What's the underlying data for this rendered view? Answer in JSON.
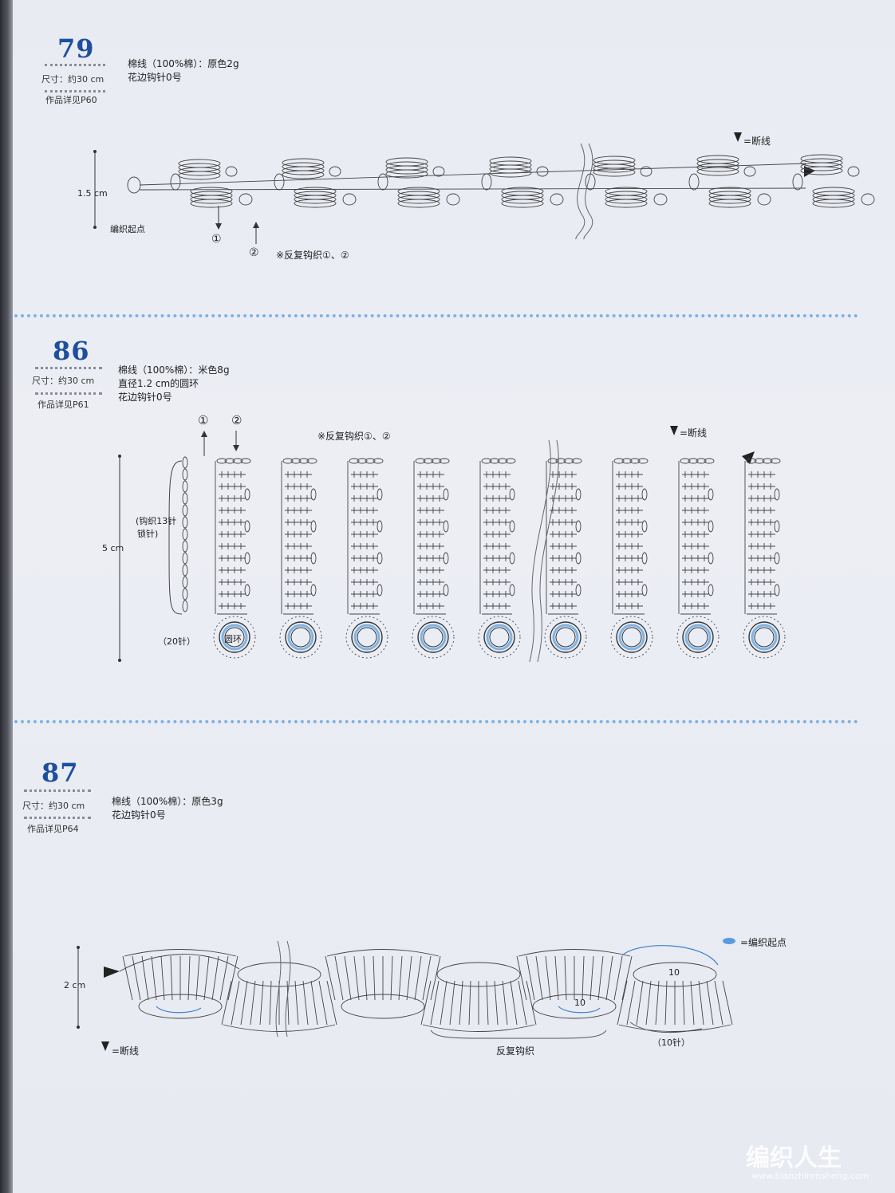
{
  "colors": {
    "accent_blue": "#1d4f9e",
    "separator_blue": "#7fb3e3",
    "ink": "#2a2a30"
  },
  "patterns": [
    {
      "number": "79",
      "size": "尺寸：约30 cm",
      "ref": "作品详见P60",
      "materials": [
        "棉线（100%棉）：原色2g",
        "花边钩针0号"
      ],
      "height_label": "1.5 cm",
      "start_label": "编织起点",
      "step1": "①",
      "step2": "②",
      "repeat_note": "※反复钩织①、②",
      "end_legend": "=断线"
    },
    {
      "number": "86",
      "size": "尺寸：约30 cm",
      "ref": "作品详见P61",
      "materials": [
        "棉线（100%棉）：米色8g",
        "直径1.2 cm的圆环",
        "花边钩针0号"
      ],
      "step1": "①",
      "step2": "②",
      "repeat_note": "※反复钩织①、②",
      "end_legend": "=断线",
      "chain_note_1": "(钩织13针",
      "chain_note_2": "锁针)",
      "height_label": "5 cm",
      "ring_stitches": "（20针）",
      "ring_label": "圆环"
    },
    {
      "number": "87",
      "size": "尺寸：约30 cm",
      "ref": "作品详见P64",
      "materials": [
        "棉线（100%棉）：原色3g",
        "花边钩针0号"
      ],
      "height_label": "2 cm",
      "start_legend": "=编织起点",
      "end_legend": "=断线",
      "repeat_label": "反复钩织",
      "ten_a": "10",
      "ten_b": "10",
      "ten_stitches": "（10针）"
    }
  ],
  "watermark": {
    "brand": "编织人生",
    "url": "www.bianzhirensheng.com"
  }
}
